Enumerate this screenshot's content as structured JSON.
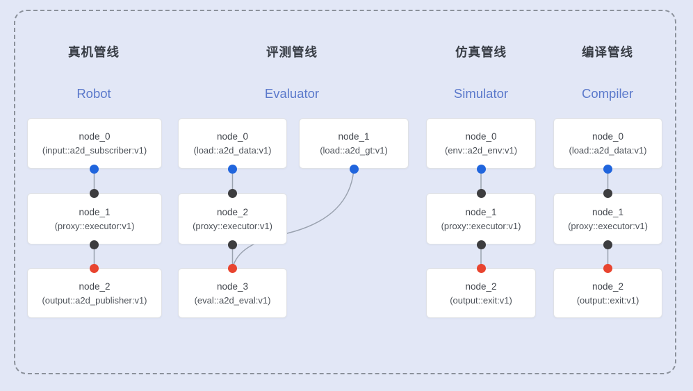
{
  "pipelines": [
    {
      "id": "robot",
      "title_zh": "真机管线",
      "title_en": "Robot",
      "nodes": [
        {
          "name": "node_0",
          "type": "(input::a2d_subscriber:v1)"
        },
        {
          "name": "node_1",
          "type": "(proxy::executor:v1)"
        },
        {
          "name": "node_2",
          "type": "(output::a2d_publisher:v1)"
        }
      ]
    },
    {
      "id": "evaluator",
      "title_zh": "评测管线",
      "title_en": "Evaluator",
      "nodes": [
        {
          "name": "node_0",
          "type": "(load::a2d_data:v1)"
        },
        {
          "name": "node_1",
          "type": "(load::a2d_gt:v1)"
        },
        {
          "name": "node_2",
          "type": "(proxy::executor:v1)"
        },
        {
          "name": "node_3",
          "type": "(eval::a2d_eval:v1)"
        }
      ]
    },
    {
      "id": "simulator",
      "title_zh": "仿真管线",
      "title_en": "Simulator",
      "nodes": [
        {
          "name": "node_0",
          "type": "(env::a2d_env:v1)"
        },
        {
          "name": "node_1",
          "type": "(proxy::executor:v1)"
        },
        {
          "name": "node_2",
          "type": "(output::exit:v1)"
        }
      ]
    },
    {
      "id": "compiler",
      "title_zh": "编译管线",
      "title_en": "Compiler",
      "nodes": [
        {
          "name": "node_0",
          "type": "(load::a2d_data:v1)"
        },
        {
          "name": "node_1",
          "type": "(proxy::executor:v1)"
        },
        {
          "name": "node_2",
          "type": "(output::exit:v1)"
        }
      ]
    }
  ],
  "colors": {
    "background": "#e2e7f6",
    "frame_dash": "#8b919b",
    "title_en_blue": "#5b79cb",
    "port_input_blue": "#2065dd",
    "port_internal_dark": "#3d3d3f",
    "port_output_red": "#e8442f",
    "connector_gray": "#9aa2af"
  }
}
